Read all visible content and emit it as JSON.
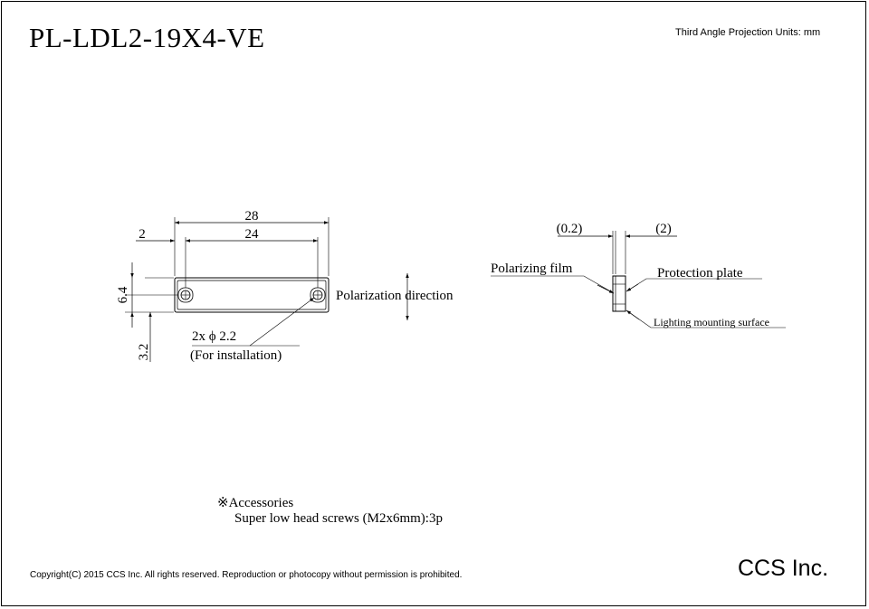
{
  "title": "PL-LDL2-19X4-VE",
  "projection_units": "Third Angle Projection Units: mm",
  "copyright": "Copyright(C) 2015 CCS Inc. All rights reserved. Reproduction or photocopy without permission is prohibited.",
  "company": "CCS Inc.",
  "front_view": {
    "dim_overall_width": "28",
    "dim_hole_spacing": "24",
    "dim_edge_offset": "2",
    "dim_height": "6.4",
    "dim_hole_offset": "3.2",
    "hole_callout": "2x ϕ 2.2",
    "hole_note": "(For installation)",
    "polarization_label": "Polarization direction"
  },
  "side_view": {
    "dim_film": "(0.2)",
    "dim_plate": "(2)",
    "label_film": "Polarizing film",
    "label_plate": "Protection plate",
    "label_surface": "Lighting mounting surface"
  },
  "accessories": {
    "heading": "※Accessories",
    "item": "Super low head screws (M2x6mm):3p"
  }
}
